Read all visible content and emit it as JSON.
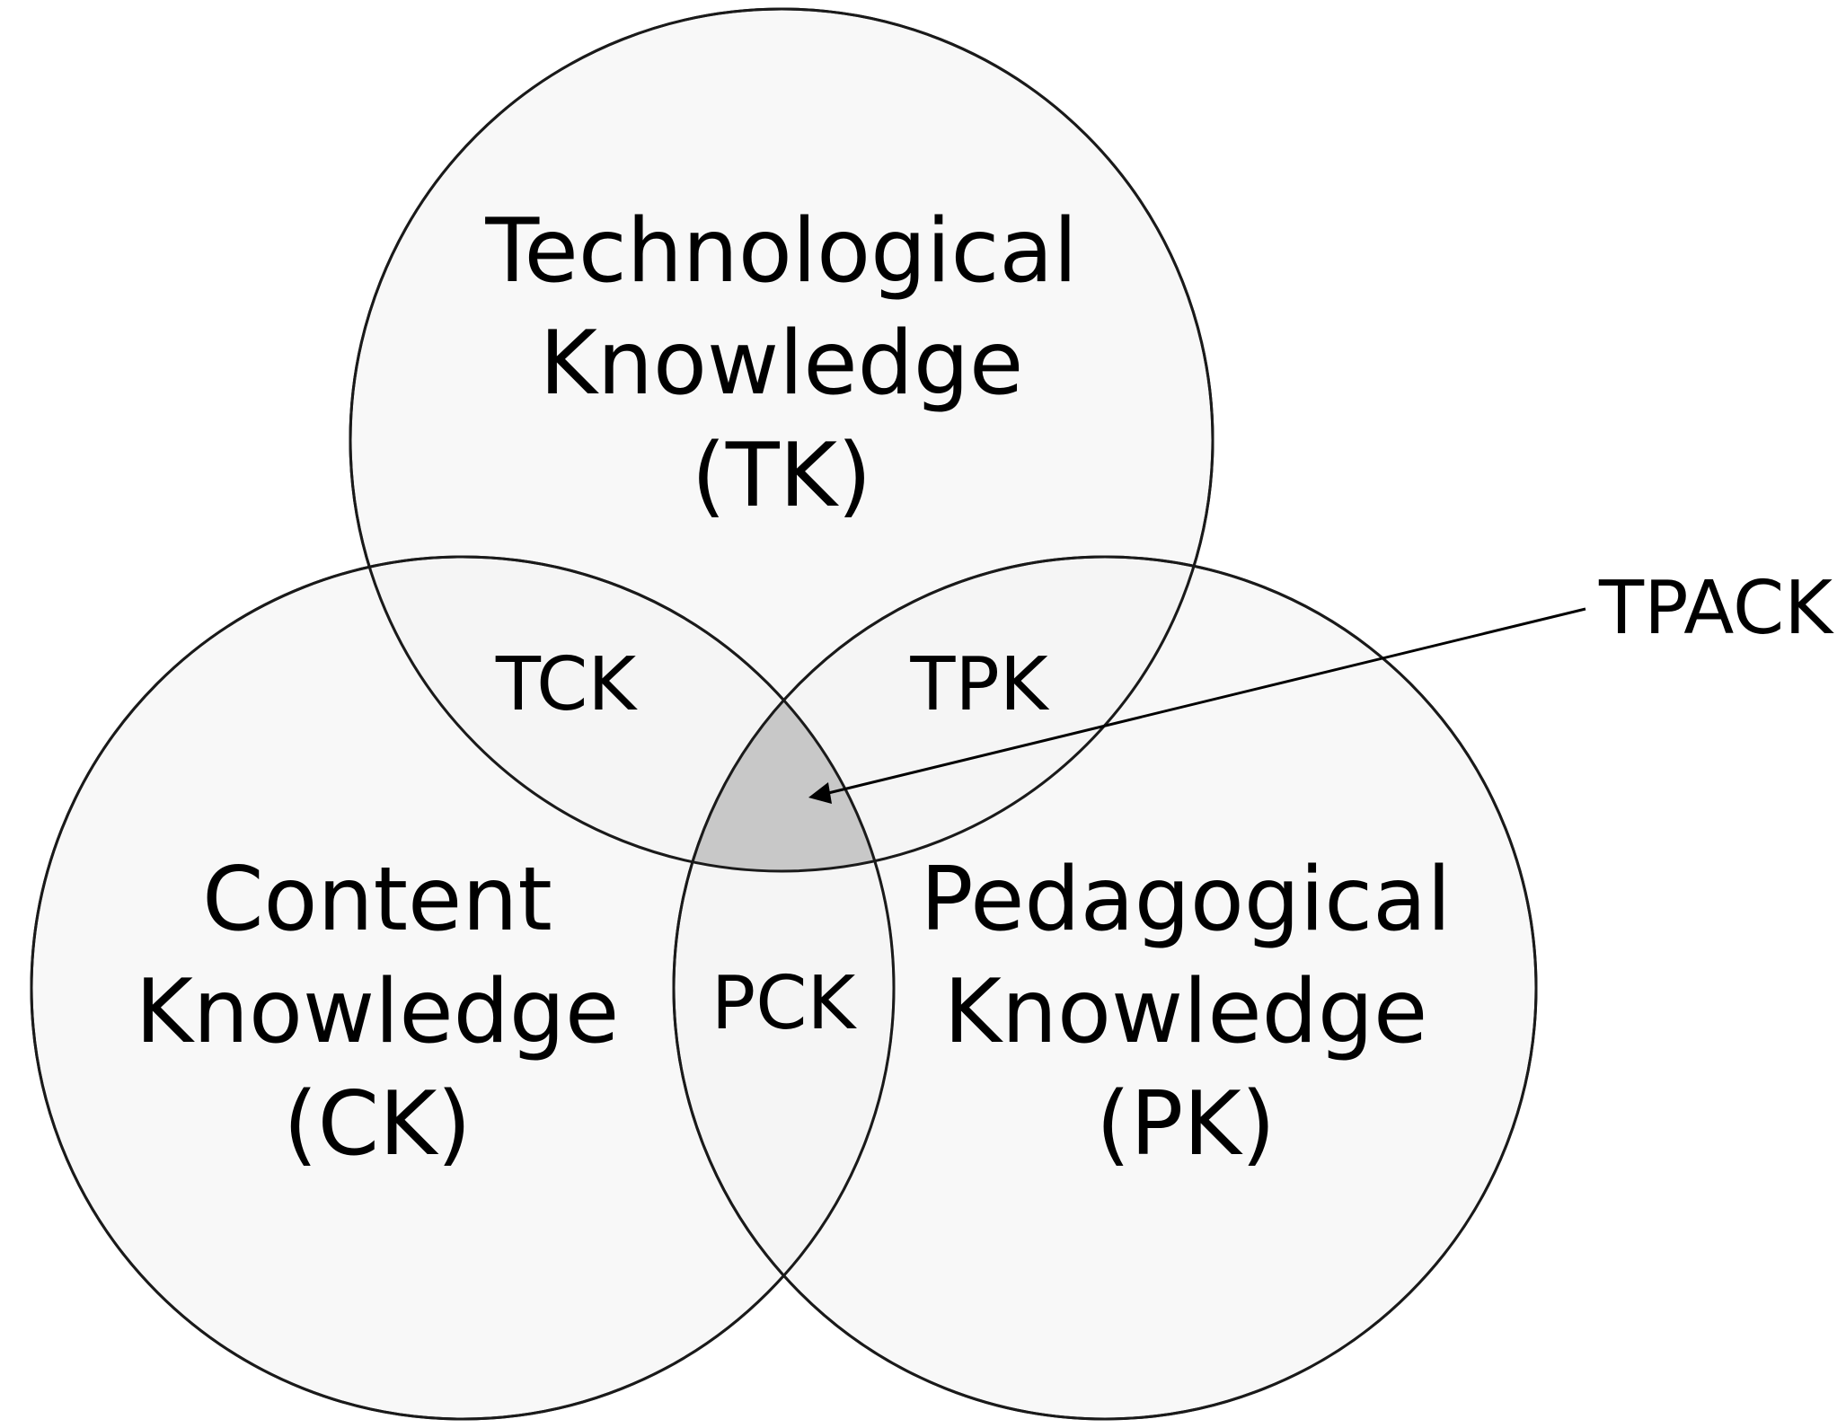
{
  "sets": {
    "tk": {
      "line1": "Technological",
      "line2": "Knowledge",
      "line3": "(TK)"
    },
    "ck": {
      "line1": "Content",
      "line2": "Knowledge",
      "line3": "(CK)"
    },
    "pk": {
      "line1": "Pedagogical",
      "line2": "Knowledge",
      "line3": "(PK)"
    }
  },
  "intersections": {
    "tck": "TCK",
    "tpk": "TPK",
    "pck": "PCK"
  },
  "callout": {
    "label": "TPACK"
  },
  "colors": {
    "outline": "#1a1a1a",
    "circle_fill": "#f2f2f2",
    "center_fill": "#c8c8c8"
  }
}
